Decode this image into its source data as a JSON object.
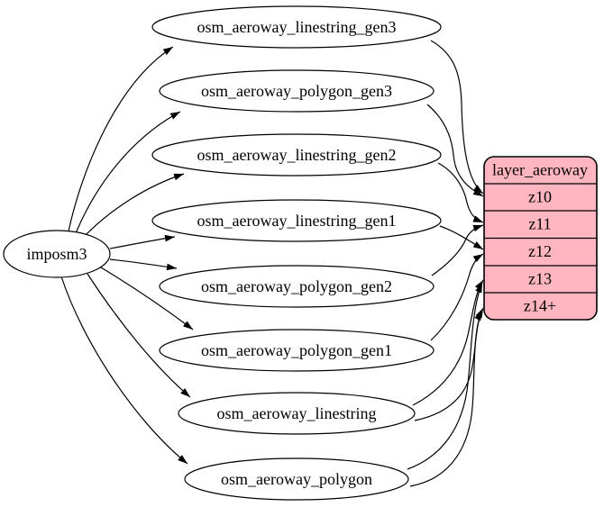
{
  "diagram": {
    "background": "#ffffff",
    "edge_color": "#000000",
    "source": {
      "label": "imposm3"
    },
    "tables": [
      {
        "label": "osm_aeroway_linestring_gen3"
      },
      {
        "label": "osm_aeroway_polygon_gen3"
      },
      {
        "label": "osm_aeroway_linestring_gen2"
      },
      {
        "label": "osm_aeroway_linestring_gen1"
      },
      {
        "label": "osm_aeroway_polygon_gen2"
      },
      {
        "label": "osm_aeroway_polygon_gen1"
      },
      {
        "label": "osm_aeroway_linestring"
      },
      {
        "label": "osm_aeroway_polygon"
      }
    ],
    "layer": {
      "title": "layer_aeroway",
      "rows": [
        "z10",
        "z11",
        "z12",
        "z13",
        "z14+"
      ],
      "fill": "#ffb6c1",
      "stroke": "#000000"
    },
    "edges": [
      {
        "from": "imposm3",
        "to": "osm_aeroway_linestring_gen3"
      },
      {
        "from": "imposm3",
        "to": "osm_aeroway_polygon_gen3"
      },
      {
        "from": "imposm3",
        "to": "osm_aeroway_linestring_gen2"
      },
      {
        "from": "imposm3",
        "to": "osm_aeroway_linestring_gen1"
      },
      {
        "from": "imposm3",
        "to": "osm_aeroway_polygon_gen2"
      },
      {
        "from": "imposm3",
        "to": "osm_aeroway_polygon_gen1"
      },
      {
        "from": "imposm3",
        "to": "osm_aeroway_linestring"
      },
      {
        "from": "imposm3",
        "to": "osm_aeroway_polygon"
      },
      {
        "from": "osm_aeroway_linestring_gen3",
        "to": "z10"
      },
      {
        "from": "osm_aeroway_polygon_gen3",
        "to": "z10"
      },
      {
        "from": "osm_aeroway_linestring_gen2",
        "to": "z11"
      },
      {
        "from": "osm_aeroway_polygon_gen2",
        "to": "z11"
      },
      {
        "from": "osm_aeroway_linestring_gen1",
        "to": "z12"
      },
      {
        "from": "osm_aeroway_polygon_gen1",
        "to": "z12"
      },
      {
        "from": "osm_aeroway_linestring",
        "to": "z13"
      },
      {
        "from": "osm_aeroway_linestring",
        "to": "z14+"
      },
      {
        "from": "osm_aeroway_polygon",
        "to": "z13"
      },
      {
        "from": "osm_aeroway_polygon",
        "to": "z14+"
      }
    ]
  }
}
